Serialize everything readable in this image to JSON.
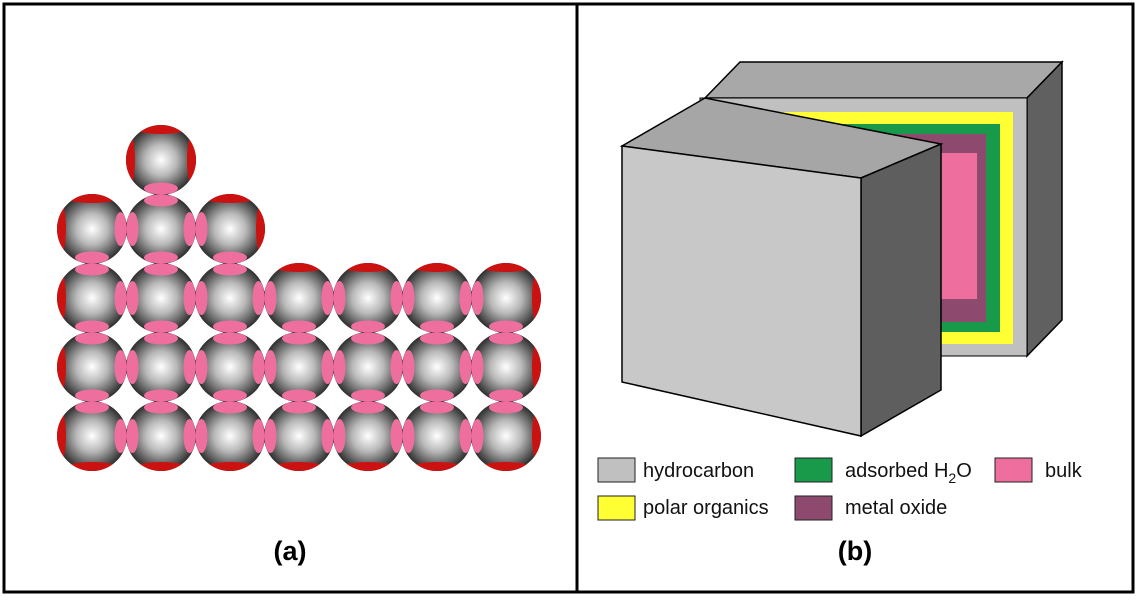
{
  "panel_a": {
    "label": "(a)",
    "grid": {
      "rows": [
        {
          "columns": [
            1
          ]
        },
        {
          "columns": [
            0,
            1,
            2
          ]
        },
        {
          "columns": [
            0,
            1,
            2,
            3,
            4,
            5,
            6
          ]
        },
        {
          "columns": [
            0,
            1,
            2,
            3,
            4,
            5,
            6
          ]
        },
        {
          "columns": [
            0,
            1,
            2,
            3,
            4,
            5,
            6
          ]
        }
      ],
      "atom_count": 25
    }
  },
  "panel_b": {
    "label": "(b)",
    "layers_outer_to_inner": [
      "hydrocarbon",
      "polar organics",
      "adsorbed H2O",
      "metal oxide",
      "bulk"
    ]
  },
  "legend": {
    "hydrocarbon": "hydrocarbon",
    "adsorbed_prefix": "adsorbed H",
    "adsorbed_sub": "2",
    "adsorbed_suffix": "O",
    "bulk": "bulk",
    "polar_organics": "polar organics",
    "metal_oxide": "metal oxide"
  },
  "colors": {
    "hydrocarbon": "#c0c0c0",
    "polar_organics": "#ffff33",
    "adsorbed_h2o": "#199a4a",
    "metal_oxide": "#8e4a6e",
    "bulk": "#ee6e9e",
    "surface_red": "#cc1111",
    "bond_pink": "#ee6e9e",
    "atom_dark": "#333333",
    "atom_light": "#ffffff",
    "frame": "#000000"
  }
}
